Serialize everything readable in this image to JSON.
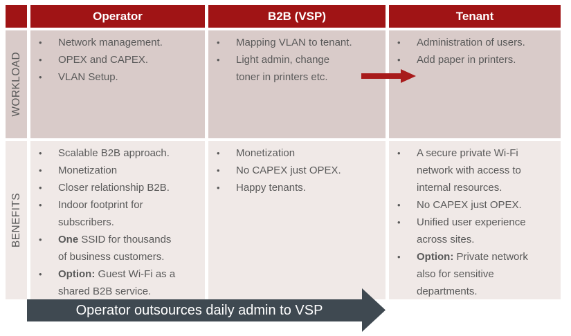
{
  "table": {
    "columns": [
      "Operator",
      "B2B (VSP)",
      "Tenant"
    ],
    "rows": [
      {
        "label": "WORKLOAD",
        "cells": [
          {
            "bullets": [
              {
                "text": "Network management."
              },
              {
                "text": "OPEX and CAPEX."
              },
              {
                "text": "VLAN Setup."
              }
            ]
          },
          {
            "bullets": [
              {
                "text": "Mapping VLAN to tenant."
              },
              {
                "text": "Light admin, change\ntoner in printers etc."
              }
            ]
          },
          {
            "bullets": [
              {
                "text": "Administration of users."
              },
              {
                "text": "Add paper in printers."
              }
            ]
          }
        ]
      },
      {
        "label": "BENEFITS",
        "cells": [
          {
            "bullets": [
              {
                "text": "Scalable B2B approach."
              },
              {
                "text": "Monetization"
              },
              {
                "text": "Closer relationship B2B."
              },
              {
                "text": "Indoor footprint for\nsubscribers."
              },
              {
                "bold": "One",
                "text": " SSID for thousands\nof business customers."
              },
              {
                "bold": "Option:",
                "text": " Guest Wi-Fi as a\nshared B2B service."
              }
            ]
          },
          {
            "bullets": [
              {
                "text": "Monetization"
              },
              {
                "text": "No CAPEX just OPEX."
              },
              {
                "text": "Happy tenants."
              }
            ]
          },
          {
            "bullets": [
              {
                "text": "A secure private Wi-Fi\nnetwork with access to\ninternal resources."
              },
              {
                "text": "No CAPEX just OPEX."
              },
              {
                "text": "Unified user experience\nacross sites."
              },
              {
                "bold": "Option:",
                "text": " Private network\nalso for sensitive\ndepartments."
              }
            ]
          }
        ]
      }
    ]
  },
  "workload_transfer_arrow": {
    "icon": "right-arrow",
    "meaning": "B2B (VSP) workload handed to Tenant"
  },
  "bottom_arrow": {
    "label": "Operator outsources daily admin to VSP",
    "icon": "right-arrow"
  },
  "colors": {
    "header_bg": "#a01415",
    "workload_row_bg": "#d9cbc9",
    "benefits_row_bg": "#f0e9e7",
    "red_arrow": "#a81b1b",
    "dark_arrow": "#3f4951",
    "text": "#595959",
    "header_text": "#ffffff"
  }
}
